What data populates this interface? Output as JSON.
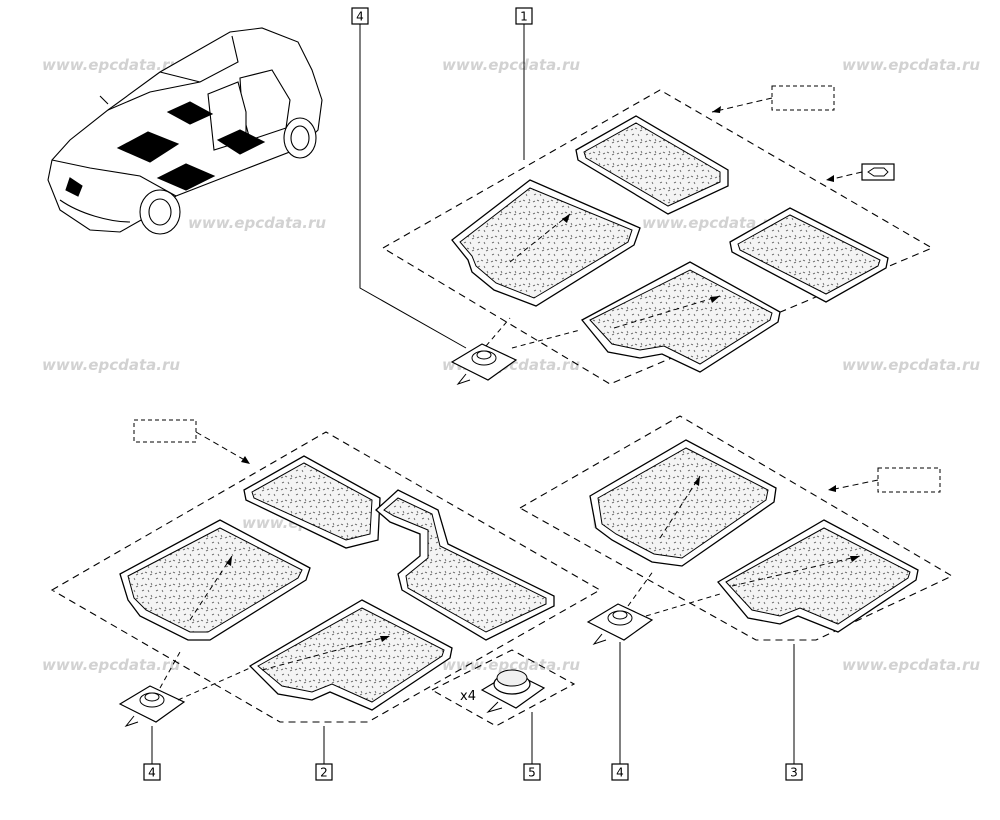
{
  "watermark": "www.epcdata.ru",
  "callouts": {
    "c1": "1",
    "c2": "2",
    "c3": "3",
    "c4a": "4",
    "c4b": "4",
    "c4c": "4",
    "c5": "5"
  },
  "multiplier": "x4"
}
